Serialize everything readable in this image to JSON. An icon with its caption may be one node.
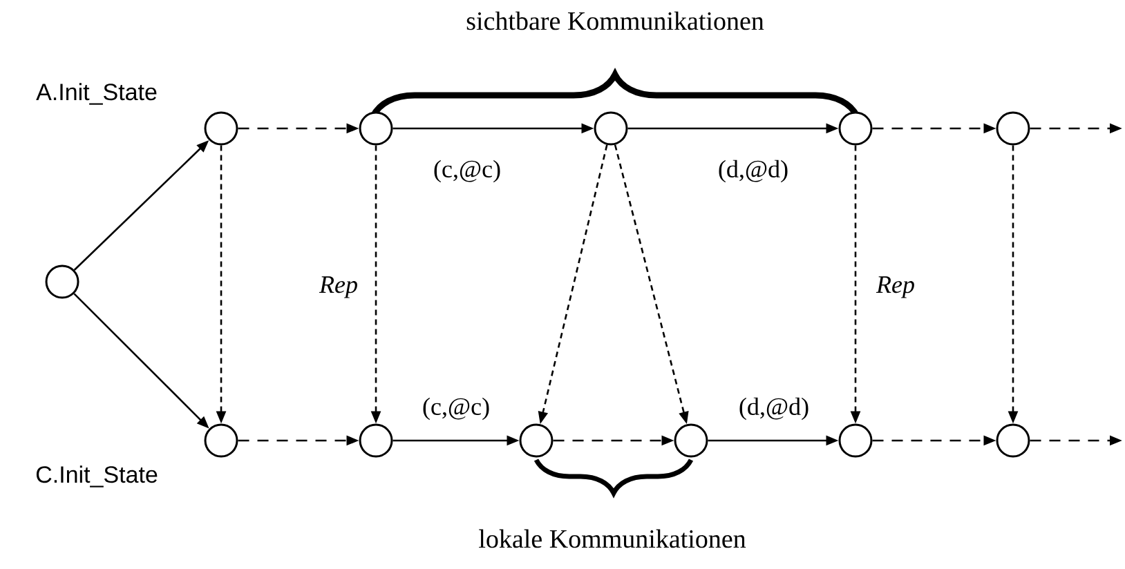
{
  "diagram": {
    "nodes": [
      {
        "text": [],
        "shape": "circle"
      },
      {
        "text": [],
        "shape": "circle",
        "beside": [
          "A.Init_State"
        ]
      },
      {
        "text": [],
        "shape": "circle"
      },
      {
        "text": [],
        "shape": "circle"
      },
      {
        "text": [],
        "shape": "circle"
      },
      {
        "text": [],
        "shape": "circle"
      },
      {
        "text": [],
        "shape": "circle",
        "beside": [
          "C.Init_State"
        ]
      },
      {
        "text": [],
        "shape": "circle"
      },
      {
        "text": [],
        "shape": "circle"
      },
      {
        "text": [],
        "shape": "circle"
      },
      {
        "text": [],
        "shape": "circle"
      },
      {
        "text": [],
        "shape": "circle"
      }
    ],
    "edges": [
      {
        "from": 0,
        "to": 1,
        "arrow": "to"
      },
      {
        "from": 0,
        "to": 6,
        "arrow": "to"
      },
      {
        "from": 1,
        "to": 2,
        "arrow": "to",
        "style": "dashed"
      },
      {
        "from": 2,
        "to": 3,
        "arrow": "to",
        "label": "(c,@c)"
      },
      {
        "from": 3,
        "to": 4,
        "arrow": "to",
        "label": "(d,@d)"
      },
      {
        "from": 4,
        "to": 5,
        "arrow": "to",
        "style": "dashed"
      },
      {
        "from": 5,
        "to": null,
        "arrow": "to",
        "style": "dashed"
      },
      {
        "from": 6,
        "to": 7,
        "arrow": "to",
        "style": "dashed"
      },
      {
        "from": 7,
        "to": 8,
        "arrow": "to",
        "label": "(c,@c)"
      },
      {
        "from": 8,
        "to": 9,
        "arrow": "to",
        "style": "dashed"
      },
      {
        "from": 9,
        "to": 10,
        "arrow": "to",
        "label": "(d,@d)"
      },
      {
        "from": 10,
        "to": 11,
        "arrow": "to",
        "style": "dashed"
      },
      {
        "from": 11,
        "to": null,
        "arrow": "to",
        "style": "dashed"
      },
      {
        "from": 1,
        "to": 6,
        "arrow": "to",
        "style": "dashed"
      },
      {
        "from": 2,
        "to": 7,
        "arrow": "to",
        "style": "dashed",
        "label": "Rep"
      },
      {
        "from": 3,
        "to": 8,
        "arrow": "to",
        "style": "dashed"
      },
      {
        "from": 3,
        "to": 9,
        "arrow": "to",
        "style": "dashed"
      },
      {
        "from": 4,
        "to": 10,
        "arrow": "to",
        "style": "dashed",
        "label": "Rep"
      },
      {
        "from": 5,
        "to": 11,
        "arrow": "to",
        "style": "dashed"
      }
    ],
    "labels": [
      "sichtbare Kommunikationen",
      "lokale Kommunikationen"
    ]
  }
}
